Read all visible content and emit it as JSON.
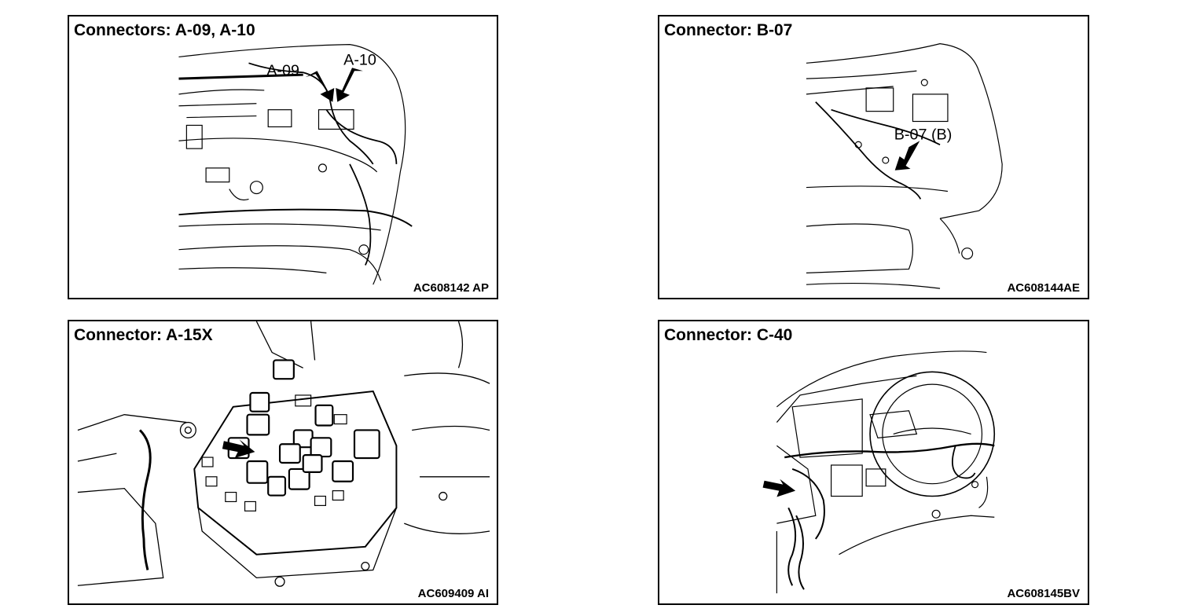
{
  "panels": [
    {
      "title": "Connectors: A-09, A-10",
      "code": "AC608142 AP",
      "labels": [
        "A-09",
        "A-10"
      ]
    },
    {
      "title": "Connector: B-07",
      "code": "AC608144AE",
      "labels": [
        "B-07 (B)"
      ]
    },
    {
      "title": "Connector: A-15X",
      "code": "AC609409 AI",
      "labels": []
    },
    {
      "title": "Connector: C-40",
      "code": "AC608145BV",
      "labels": []
    }
  ]
}
